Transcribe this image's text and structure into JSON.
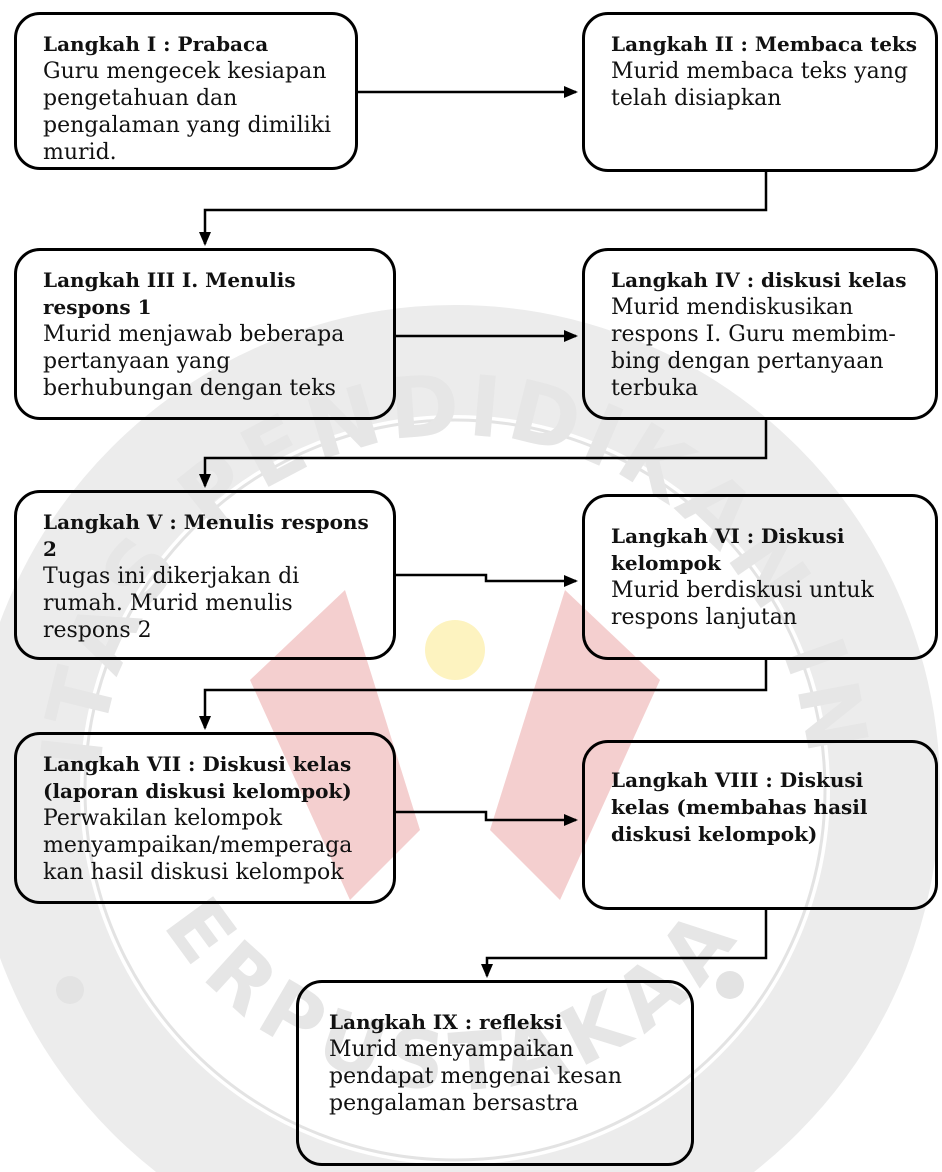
{
  "watermark": {
    "ring_text": "UNIVERSITAS PENDIDIKAN INDONESIA",
    "bottom_text": "PERPUSTAKAAN",
    "colors": {
      "ring": "#e3e3e3",
      "red": "#f4cfcf",
      "yellow": "#fdf3c0"
    }
  },
  "steps": [
    {
      "title": "Langkah I : Prabaca",
      "body": "Guru mengecek kesiapan pengetahuan dan pengalaman yang dimiliki murid."
    },
    {
      "title": "Langkah II : Membaca teks",
      "body": "Murid membaca teks yang telah disiapkan"
    },
    {
      "title": "Langkah III I. Menulis respons 1",
      "body": "Murid menjawab beberapa pertanyaan yang berhubungan dengan teks"
    },
    {
      "title": "Langkah IV : diskusi kelas",
      "body": "Murid mendiskusikan respons I. Guru membim-bing dengan pertanyaan terbuka"
    },
    {
      "title": "Langkah V : Menulis respons 2",
      "body": "Tugas ini dikerjakan di rumah. Murid menulis respons 2"
    },
    {
      "title": "Langkah VI : Diskusi kelompok",
      "body": "Murid berdiskusi untuk respons lanjutan"
    },
    {
      "title": "Langkah VII : Diskusi kelas (laporan diskusi kelompok)",
      "body": "Perwakilan kelompok menyampaikan/memperaga kan hasil diskusi kelompok"
    },
    {
      "title": "Langkah VIII : Diskusi kelas (membahas hasil diskusi kelompok)",
      "body": ""
    },
    {
      "title": "Langkah IX : refleksi",
      "body": "Murid menyampaikan pendapat mengenai kesan pengalaman bersastra"
    }
  ]
}
